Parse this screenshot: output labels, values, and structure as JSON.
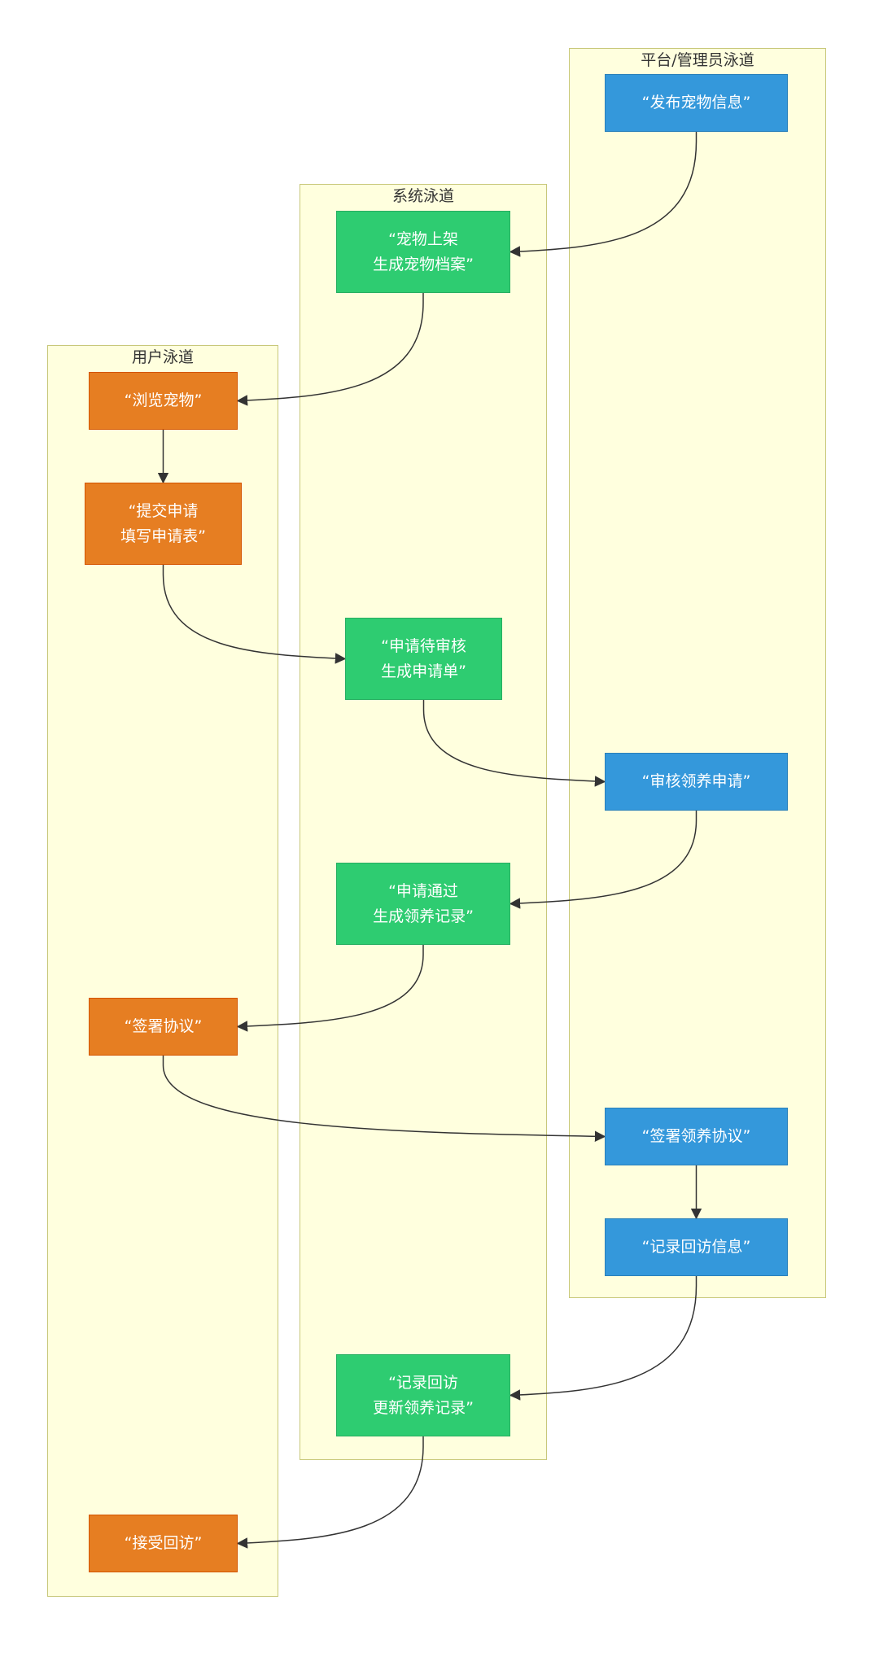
{
  "lanes": {
    "admin": {
      "title": "平台/管理员泳道"
    },
    "system": {
      "title": "系统泳道"
    },
    "user": {
      "title": "用户泳道"
    }
  },
  "nodes": {
    "publish_pet": {
      "lines": [
        "“发布宠物信息”"
      ],
      "lane": "admin"
    },
    "pet_listed": {
      "lines": [
        "“宠物上架",
        "生成宠物档案”"
      ],
      "lane": "system"
    },
    "browse_pet": {
      "lines": [
        "“浏览宠物”"
      ],
      "lane": "user"
    },
    "submit_app": {
      "lines": [
        "“提交申请",
        "填写申请表”"
      ],
      "lane": "user"
    },
    "pending_review": {
      "lines": [
        "“申请待审核",
        "生成申请单”"
      ],
      "lane": "system"
    },
    "review_app": {
      "lines": [
        "“审核领养申请”"
      ],
      "lane": "admin"
    },
    "app_approved": {
      "lines": [
        "“申请通过",
        "生成领养记录”"
      ],
      "lane": "system"
    },
    "sign_agreement": {
      "lines": [
        "“签署协议”"
      ],
      "lane": "user"
    },
    "sign_adoption": {
      "lines": [
        "“签署领养协议”"
      ],
      "lane": "admin"
    },
    "record_visit": {
      "lines": [
        "“记录回访信息”"
      ],
      "lane": "admin"
    },
    "update_record": {
      "lines": [
        "“记录回访",
        "更新领养记录”"
      ],
      "lane": "system"
    },
    "accept_visit": {
      "lines": [
        "“接受回访”"
      ],
      "lane": "user"
    }
  },
  "edges": [
    {
      "from": "publish_pet",
      "to": "pet_listed"
    },
    {
      "from": "pet_listed",
      "to": "browse_pet"
    },
    {
      "from": "browse_pet",
      "to": "submit_app"
    },
    {
      "from": "submit_app",
      "to": "pending_review"
    },
    {
      "from": "pending_review",
      "to": "review_app"
    },
    {
      "from": "review_app",
      "to": "app_approved"
    },
    {
      "from": "app_approved",
      "to": "sign_agreement"
    },
    {
      "from": "sign_agreement",
      "to": "sign_adoption"
    },
    {
      "from": "sign_adoption",
      "to": "record_visit"
    },
    {
      "from": "record_visit",
      "to": "update_record"
    },
    {
      "from": "update_record",
      "to": "accept_visit"
    }
  ],
  "colors": {
    "lane_fill": "#ffffde",
    "lane_border": "#c8c87a",
    "user_node": "#e67e22",
    "system_node": "#2ecc71",
    "admin_node": "#3498db",
    "edge": "#333333"
  }
}
